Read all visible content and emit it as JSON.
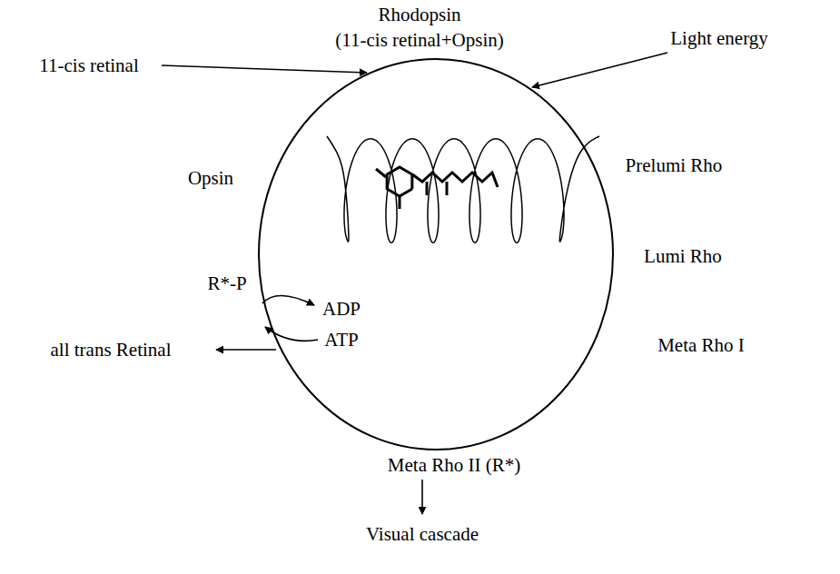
{
  "diagram": {
    "labels": [
      "Rhodopsin",
      "(11-cis retinal+Opsin)",
      "Light energy",
      "11-cis retinal",
      "Opsin",
      "Prelumi Rho",
      "Lumi Rho",
      "Meta Rho I",
      "R*-P",
      "ADP",
      "ATP",
      "all trans Retinal",
      "Meta Rho II (R*)",
      "Visual cascade"
    ]
  }
}
